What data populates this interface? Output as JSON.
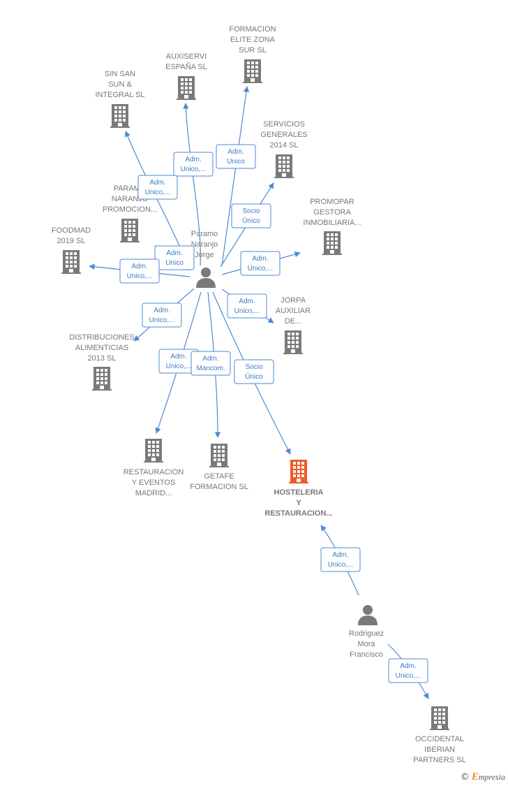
{
  "colors": {
    "building": "#7a7a7a",
    "building_focus": "#f15a29",
    "person": "#7a7a7a",
    "edge": "#4a8ad4",
    "label": "#777777"
  },
  "brand": {
    "copyright": "©",
    "initial": "E",
    "rest": "mpresia"
  },
  "persons": [
    {
      "id": "paramo",
      "lines": [
        "Paramo",
        "Naranjo",
        "Jorge"
      ]
    },
    {
      "id": "rodriguez",
      "lines": [
        "Rodriguez",
        "Mora",
        "Francisco"
      ]
    }
  ],
  "companies": [
    {
      "id": "formacion",
      "lines": [
        "FORMACION",
        "ELITE ZONA",
        "SUR  SL"
      ],
      "focus": false
    },
    {
      "id": "auxiservi",
      "lines": [
        "AUXISERVI",
        "ESPAÑA  SL"
      ],
      "focus": false
    },
    {
      "id": "sinsan",
      "lines": [
        "SIN SAN",
        "SUN &",
        "INTEGRAL  SL"
      ],
      "focus": false
    },
    {
      "id": "servicios",
      "lines": [
        "SERVICIOS",
        "GENERALES",
        "2014  SL"
      ],
      "focus": false
    },
    {
      "id": "paramo_prom",
      "lines": [
        "PARAMO",
        "NARANJO",
        "PROMOCION..."
      ],
      "focus": false
    },
    {
      "id": "promopar",
      "lines": [
        "PROMOPAR",
        "GESTORA",
        "INMOBILIARIA..."
      ],
      "focus": false
    },
    {
      "id": "foodmad",
      "lines": [
        "FOODMAD",
        "2019  SL"
      ],
      "focus": false
    },
    {
      "id": "jorpa",
      "lines": [
        "JORPA",
        "AUXILIAR",
        "DE..."
      ],
      "focus": false
    },
    {
      "id": "distrib",
      "lines": [
        "DISTRIBUCIONES",
        "ALIMENTICIAS",
        "2013  SL"
      ],
      "focus": false
    },
    {
      "id": "restauracion_ev",
      "lines": [
        "RESTAURACION",
        "Y EVENTOS",
        "MADRID..."
      ],
      "focus": false
    },
    {
      "id": "getafe",
      "lines": [
        "GETAFE",
        "FORMACION SL"
      ],
      "focus": false
    },
    {
      "id": "hosteleria",
      "lines": [
        "HOSTELERIA",
        "Y",
        "RESTAURACION..."
      ],
      "focus": true
    },
    {
      "id": "occidental",
      "lines": [
        "OCCIDENTAL",
        "IBERIAN",
        "PARTNERS  SL"
      ],
      "focus": false
    }
  ],
  "edges": [
    {
      "from": "paramo",
      "to": "formacion",
      "label": [
        "Adm.",
        "Unico"
      ]
    },
    {
      "from": "paramo",
      "to": "auxiservi",
      "label": [
        "Adm.",
        "Unico,..."
      ]
    },
    {
      "from": "paramo",
      "to": "sinsan",
      "label": [
        "Adm.",
        "Unico,..."
      ]
    },
    {
      "from": "paramo",
      "to": "servicios",
      "label": [
        "Socio",
        "Único"
      ]
    },
    {
      "from": "paramo",
      "to": "paramo_prom",
      "label": [
        "Adm.",
        "Unico"
      ]
    },
    {
      "from": "paramo",
      "to": "promopar",
      "label": [
        "Adm.",
        "Unico,..."
      ]
    },
    {
      "from": "paramo",
      "to": "foodmad",
      "label": [
        "Adm.",
        "Unico,..."
      ]
    },
    {
      "from": "paramo",
      "to": "jorpa",
      "label": [
        "Adm.",
        "Unico,..."
      ]
    },
    {
      "from": "paramo",
      "to": "distrib",
      "label": [
        "Adm.",
        "Unico,..."
      ]
    },
    {
      "from": "paramo",
      "to": "restauracion_ev",
      "label": [
        "Adm.",
        "Unico,..."
      ]
    },
    {
      "from": "paramo",
      "to": "getafe",
      "label": [
        "Adm.",
        "Mancom."
      ]
    },
    {
      "from": "paramo",
      "to": "hosteleria",
      "label": [
        "Socio",
        "Único"
      ]
    },
    {
      "from": "rodriguez",
      "to": "hosteleria",
      "label": [
        "Adm.",
        "Unico,..."
      ]
    },
    {
      "from": "rodriguez",
      "to": "occidental",
      "label": [
        "Adm.",
        "Unico,..."
      ]
    }
  ]
}
